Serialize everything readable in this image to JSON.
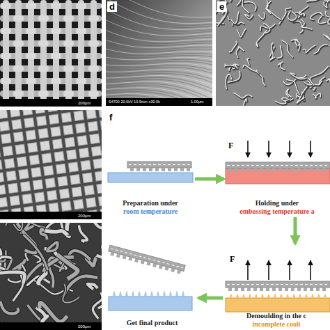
{
  "diagram": {
    "nodes": [
      {
        "text": [
          "Preparation under",
          "room temperature"
        ]
      },
      {
        "text": [
          "Holding under",
          "embossing temperature a"
        ]
      },
      {
        "text": [
          "Demoulding in the c",
          "incomplete cooli"
        ]
      },
      {
        "text": [
          "Get final product"
        ]
      }
    ],
    "edges": [
      {
        "from": 0,
        "to": 1,
        "arrow": "to"
      },
      {
        "from": 1,
        "to": 2,
        "arrow": "to"
      },
      {
        "from": 2,
        "to": 3,
        "arrow": "to"
      }
    ],
    "labels": [
      "d",
      "e",
      "f",
      "200μm",
      "200μm",
      "200μm",
      "S4700 20.0kV 10.9mm x30.0k",
      "1.00μm",
      "F",
      "F"
    ]
  }
}
